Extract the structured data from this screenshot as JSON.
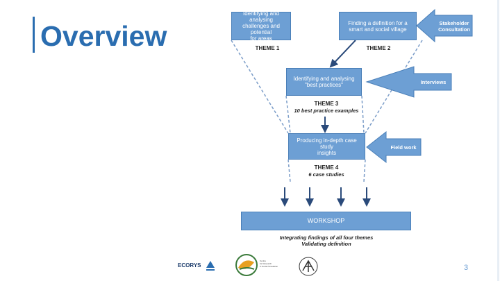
{
  "slide": {
    "title": "Overview",
    "page_number": "3"
  },
  "diagram": {
    "box_top_left": "Identifying and analysing\nchallenges and potential\nfor areas",
    "box_top_right": "Finding a definition for a\nsmart and social village",
    "box_theme3": "Identifying and analysing\n\"best practices\"",
    "box_theme4": "Producing in-depth case study\ninsights",
    "box_workshop": "WORKSHOP",
    "theme1": "THEME 1",
    "theme2": "THEME 2",
    "theme3": "THEME 3",
    "theme3_sub": "10 best practice examples",
    "theme4": "THEME 4",
    "theme4_sub": "6 case studies",
    "workshop_sub1": "Integrating findings of all four themes",
    "workshop_sub2": "Validating definition",
    "input_stakeholder": "Stakeholder\nConsultation",
    "input_interviews": "Interviews",
    "input_fieldwork": "Field work"
  },
  "logos": {
    "ecorys": "ECORYS",
    "logo2_text": "Centre\nfor Research\nin Social Simulation"
  },
  "colors": {
    "accent": "#2a6db0",
    "box_fill": "#6d9fd4",
    "arrow": "#2a4a7a"
  }
}
